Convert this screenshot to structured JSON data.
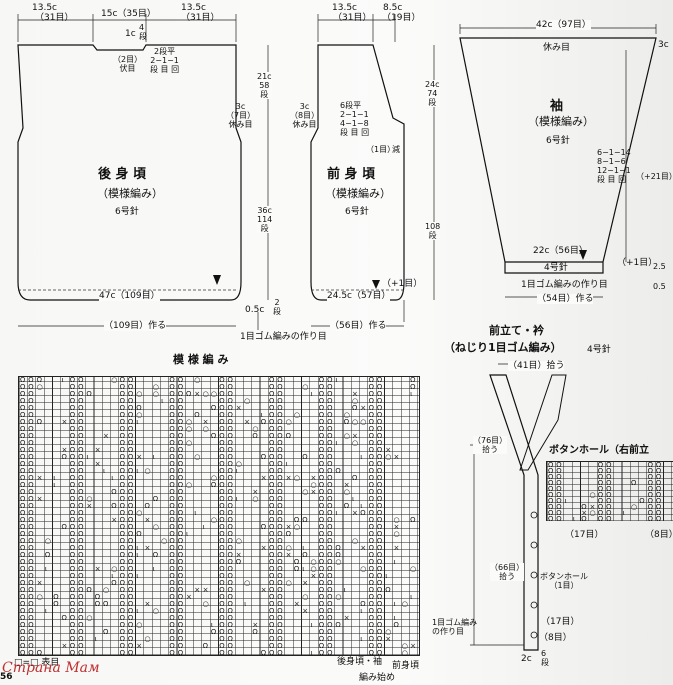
{
  "back": {
    "top_widths": [
      "13.5c",
      "15c（35目）",
      "13.5c"
    ],
    "top_counts": [
      "（31目）",
      "（31目）"
    ],
    "neck_depth": "1c",
    "neck_rows": "4\n段",
    "neck_shaping": "（2目）\n伏目",
    "neck_dec": "2段平\n2−1−1\n段 目 回",
    "armhole": "3c\n（7目）\n休み目",
    "title": "後 身 頃",
    "subtitle": "（模様編み）",
    "needle": "6号針",
    "upper_len": "21c\n58\n段",
    "lower_len": "36c\n114\n段",
    "bottom_width": "47c（109目）",
    "cast_on": "（109目）作る",
    "rib": "0.5c",
    "rib_rows": "2\n段",
    "rib_label": "1目ゴム編みの作り目"
  },
  "front": {
    "top_widths": [
      "13.5c",
      "8.5c"
    ],
    "top_counts": [
      "（31目）",
      "（19目）"
    ],
    "armhole": "3c\n（8目）\n休み目",
    "neck_dec": "6段平\n2−1−1\n4−1−8\n段 目 回",
    "neck_end": "（1目）",
    "neck_side": "減",
    "title": "前 身 頃",
    "subtitle": "（模様編み）",
    "needle": "6号針",
    "total_len": "108\n段",
    "upper_len": "24c\n74\n段",
    "bottom_width": "24.5c（57目）",
    "plus": "（+1目）",
    "cast_on": "（56目）作る"
  },
  "sleeve": {
    "top_width": "42c（97目）",
    "top_label": "休み目",
    "right_cut": "3c",
    "title": "袖",
    "subtitle": "（模様編み）",
    "needle": "6号針",
    "inc": "6−1−14\n8−1−6\n12−1−1\n段 目 回",
    "inc_total": "（+21目）",
    "cuff_width": "22c（56目）",
    "cuff_needle": "4号針",
    "cuff_plus": "（+1目）",
    "rib_label": "1目ゴム編みの作り目",
    "cast_on": "（54目）作る",
    "side_a": "2.5",
    "side_b": "0.5"
  },
  "pattern": {
    "title": "模 様 編 み",
    "legend": "□=□ 表目",
    "rib_note": "1目ゴム編み\nの作り目",
    "bottom_a": "後身頃・袖",
    "bottom_b": "前身頃",
    "start": "編み始め"
  },
  "band": {
    "title": "前立て・衿",
    "subtitle": "（ねじり1目ゴム編み）",
    "needle": "4号針",
    "top": "（41目）拾う",
    "pick_upper": "（76目）\n拾う",
    "pick_lower": "（66目）\n拾う",
    "buttonhole": "ボタンホール\n（1目）",
    "c17": "（17目）",
    "c8": "（8目）",
    "bottom_w": "2c",
    "bottom_r": "6\n段"
  },
  "buttonhole_chart": {
    "title": "ボタンホール（右前立",
    "count_a": "（17目）",
    "count_b": "（8目）"
  },
  "page_no": "56",
  "watermark": "Страна Мам"
}
